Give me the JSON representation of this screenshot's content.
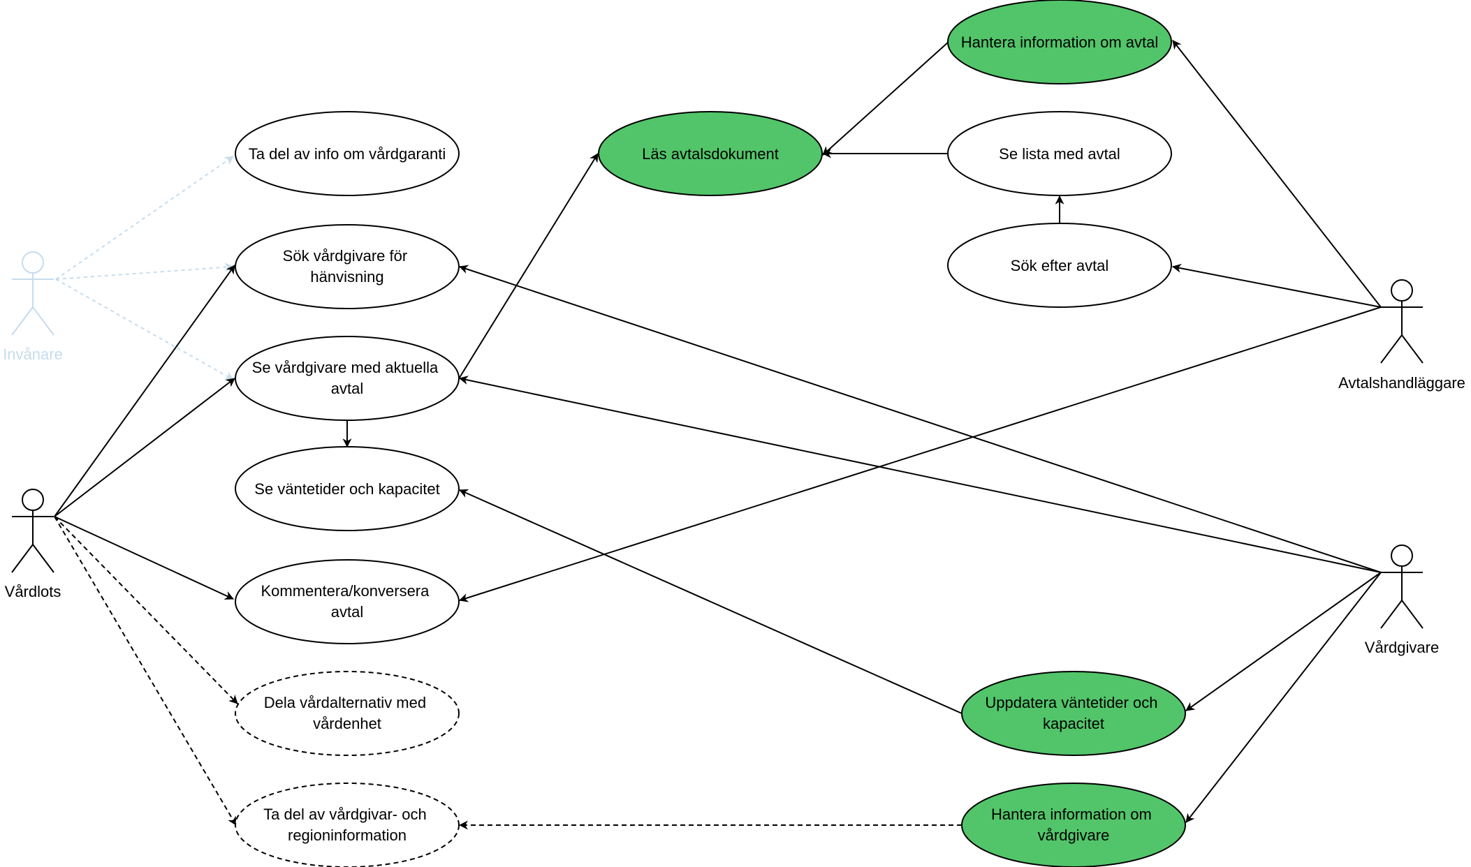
{
  "colors": {
    "accent_fill": "#52c56a",
    "stroke": "#000000",
    "faded": "#c6dced",
    "background": "#ffffff"
  },
  "actors": {
    "invanare": {
      "label": "Invånare"
    },
    "vardlots": {
      "label": "Vårdlots"
    },
    "avtalshandlaggare": {
      "label": "Avtalshandläggare"
    },
    "vardgivare": {
      "label": "Vårdgivare"
    }
  },
  "use_cases": {
    "ta_del_info_vardgaranti": {
      "lines": [
        "Ta del av info om vårdgaranti"
      ]
    },
    "sok_vardgivare_hanvisning": {
      "lines": [
        "Sök vårdgivare för",
        "hänvisning"
      ]
    },
    "se_vardgivare_aktuella_avtal": {
      "lines": [
        "Se vårdgivare med aktuella",
        "avtal"
      ]
    },
    "se_vantetider_kapacitet": {
      "lines": [
        "Se väntetider och kapacitet"
      ]
    },
    "kommentera_konversera_avtal": {
      "lines": [
        "Kommentera/konversera",
        "avtal"
      ]
    },
    "dela_vardalternativ": {
      "lines": [
        "Dela vårdalternativ med",
        "vårdenhet"
      ]
    },
    "ta_del_vardgivar_region": {
      "lines": [
        "Ta del av vårdgivar- och",
        "regioninformation"
      ]
    },
    "las_avtalsdokument": {
      "lines": [
        "Läs avtalsdokument"
      ]
    },
    "hantera_info_avtal": {
      "lines": [
        "Hantera information om avtal"
      ]
    },
    "se_lista_avtal": {
      "lines": [
        "Se lista med avtal"
      ]
    },
    "sok_efter_avtal": {
      "lines": [
        "Sök efter avtal"
      ]
    },
    "uppdatera_vantetider": {
      "lines": [
        "Uppdatera väntetider och",
        "kapacitet"
      ]
    },
    "hantera_info_vardgivare": {
      "lines": [
        "Hantera information om",
        "vårdgivare"
      ]
    }
  }
}
